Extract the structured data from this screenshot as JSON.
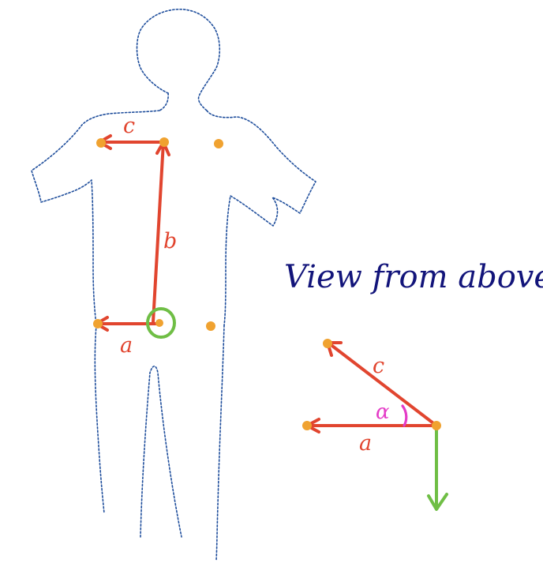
{
  "colors": {
    "outline": "#1f4e9c",
    "vector": "#e1452f",
    "joint": "#f0a230",
    "highlight": "#6fbe45",
    "angle": "#e43cc7",
    "title": "#12147a"
  },
  "body_view": {
    "label_c": "c",
    "label_b": "b",
    "label_a": "a"
  },
  "top_view": {
    "title": "View from above",
    "label_c": "c",
    "label_a": "a",
    "label_angle": "α"
  }
}
